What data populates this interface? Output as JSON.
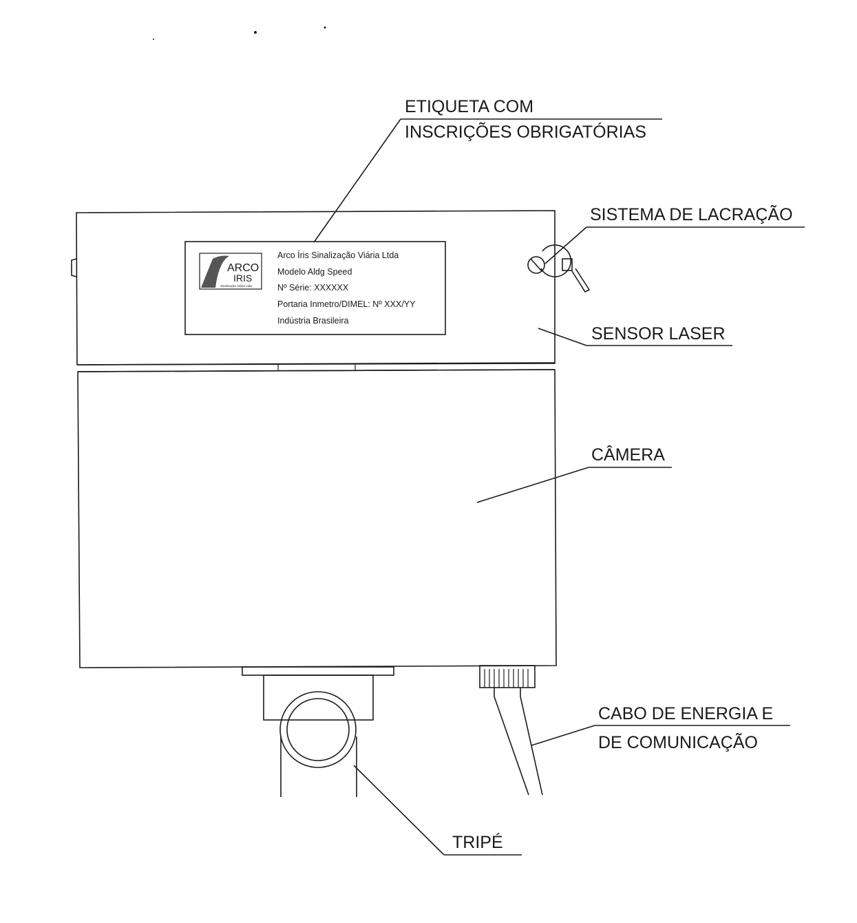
{
  "callouts": {
    "etiqueta_line1": "ETIQUETA COM",
    "etiqueta_line2": "INSCRIÇÕES OBRIGATÓRIAS",
    "lacracao": "SISTEMA DE LACRAÇÃO",
    "sensor": "SENSOR LASER",
    "camera": "CÂMERA",
    "cabo_line1": "CABO DE ENERGIA E",
    "cabo_line2": "DE COMUNICAÇÃO",
    "tripe": "TRIPÉ"
  },
  "label_plate": {
    "logo_line1": "ARCO",
    "logo_line2": "IRIS",
    "logo_tagline": "Sinalização Viária Ltda.",
    "company": "Arco Íris Sinalização Viária Ltda",
    "model": "Modelo Aldg Speed",
    "serial": "Nº Série:  XXXXXX",
    "portaria": "Portaria Inmetro/DIMEL: Nº XXX/YY",
    "origin": "Indústria Brasileira"
  },
  "colors": {
    "ink": "#1a1a1a",
    "logo_gray": "#555555",
    "paper": "#ffffff"
  }
}
